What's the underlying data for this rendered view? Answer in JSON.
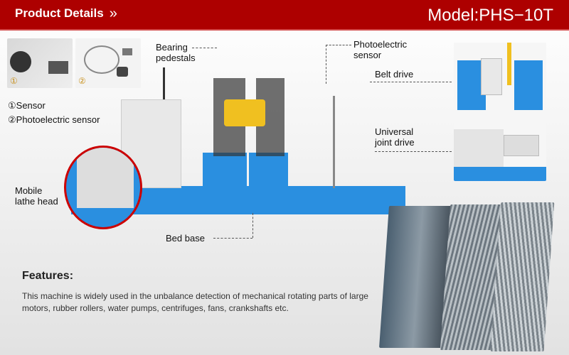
{
  "header": {
    "title": "Product Details",
    "chevron": "»",
    "model": "Model:PHS−10T"
  },
  "sensors": {
    "photo1_num": "①",
    "photo2_num": "②",
    "label1": "①Sensor",
    "label2": "②Photoelectric sensor"
  },
  "callouts": {
    "bearing": "Bearing\npedestals",
    "photoelectric": "Photoelectric\nsensor",
    "belt": "Belt drive",
    "universal": "Universal\njoint drive",
    "mobile": "Mobile\nlathe head",
    "bed": "Bed base"
  },
  "features": {
    "title": "Features:",
    "text": "This machine is widely used in the unbalance detection of mechanical rotating parts of large motors, rubber rollers, water pumps, centrifuges, fans, crankshafts etc."
  },
  "colors": {
    "header": "#ad0000",
    "machine": "#2a8fe0"
  }
}
